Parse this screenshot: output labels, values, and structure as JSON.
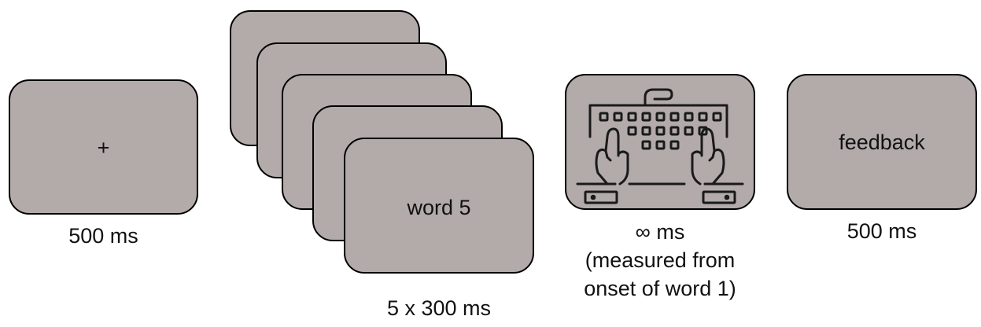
{
  "fixation": {
    "symbol": "+",
    "duration": "500 ms"
  },
  "word_stream": {
    "label": "word 5",
    "duration": "5 x 300 ms"
  },
  "response": {
    "icon": "hands-on-keyboard-icon",
    "duration_line1": "∞ ms",
    "duration_line2": "(measured from",
    "duration_line3": "onset of word 1)"
  },
  "feedback": {
    "label": "feedback",
    "duration": "500 ms"
  },
  "colors": {
    "screen_fill": "#b2abaa",
    "outline": "#000000"
  }
}
